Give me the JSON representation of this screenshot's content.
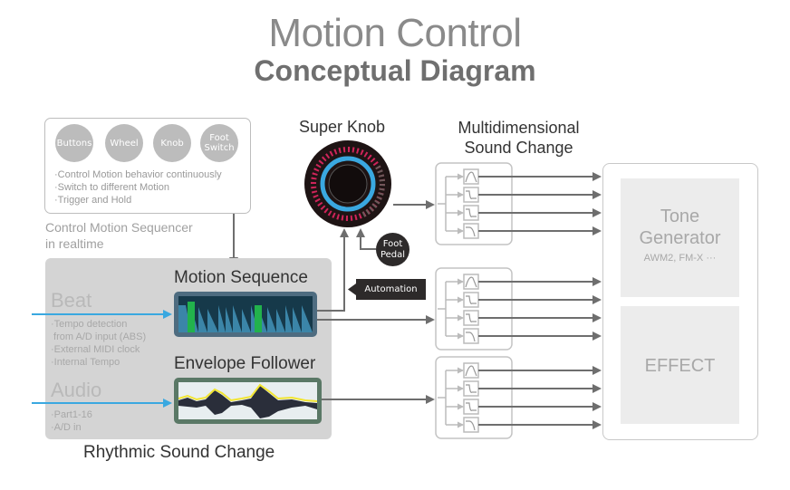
{
  "title": {
    "line1": "Motion Control",
    "line2": "Conceptual Diagram"
  },
  "controllers": {
    "buttons": [
      "Buttons",
      "Wheel",
      "Knob",
      "Foot Switch"
    ],
    "bullets": [
      "·Control Motion behavior continuously",
      "·Switch to different Motion",
      "·Trigger and Hold"
    ],
    "caption_line1": "Control Motion Sequencer",
    "caption_line2": "in realtime"
  },
  "rhythmic": {
    "title": "Rhythmic Sound Change",
    "beat": {
      "label": "Beat",
      "bullets": [
        "·Tempo detection",
        " from A/D input (ABS)",
        "·External MIDI clock",
        "·Internal Tempo"
      ]
    },
    "audio": {
      "label": "Audio",
      "bullets": [
        "·Part1-16",
        "·A/D in"
      ]
    },
    "motion_sequence": "Motion Sequence",
    "envelope_follower": "Envelope Follower"
  },
  "super_knob": {
    "label": "Super Knob",
    "foot_pedal": "Foot Pedal",
    "automation": "Automation"
  },
  "multidimensional": {
    "line1": "Multidimensional",
    "line2": "Sound Change"
  },
  "destination": {
    "tone_generator_line1": "Tone",
    "tone_generator_line2": "Generator",
    "tone_generator_sub": "AWM2, FM-X ···",
    "effect": "EFFECT"
  },
  "colors": {
    "input_arrow": "#3aa8e0",
    "knob_ring": "#3aa8e0",
    "knob_led": "#d0245a",
    "motion_seq_green": "#22b24c",
    "envelope_yellow": "#f2e530"
  }
}
